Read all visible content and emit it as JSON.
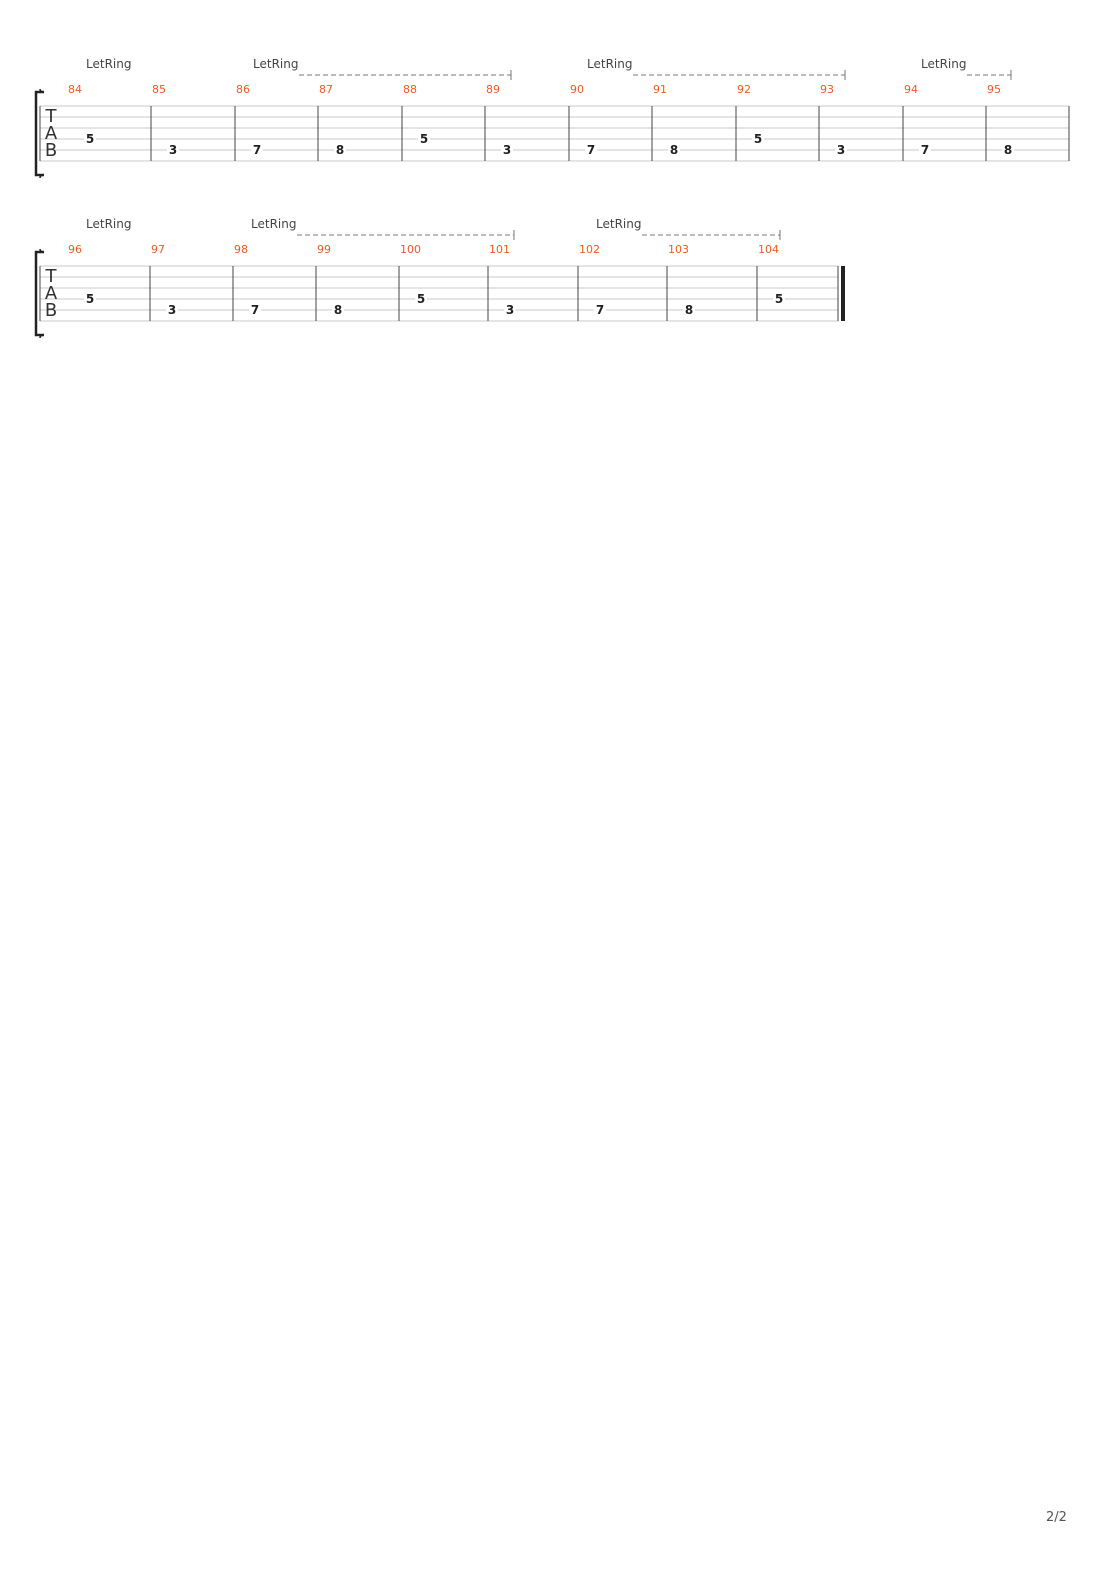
{
  "colors": {
    "measure_number": "#ee5a24",
    "staff_line": "#c8c8c8",
    "barline": "#444444",
    "fret_text": "#222222",
    "annotation_text": "#444444",
    "letring_dash": "#777777",
    "bracket": "#222222"
  },
  "tab_clef": [
    "T",
    "A",
    "B"
  ],
  "systems": [
    {
      "measures": [
        {
          "number": "84",
          "notes": [
            {
              "fret": "5",
              "string": 4
            }
          ],
          "letring": true
        },
        {
          "number": "85",
          "notes": [
            {
              "fret": "3",
              "string": 5
            }
          ]
        },
        {
          "number": "86",
          "notes": [
            {
              "fret": "7",
              "string": 5
            }
          ],
          "letring": true,
          "letring_dashes": true
        },
        {
          "number": "87",
          "notes": [
            {
              "fret": "8",
              "string": 5
            }
          ]
        },
        {
          "number": "88",
          "notes": [
            {
              "fret": "5",
              "string": 4
            }
          ]
        },
        {
          "number": "89",
          "notes": [
            {
              "fret": "3",
              "string": 5
            }
          ]
        },
        {
          "number": "90",
          "notes": [
            {
              "fret": "7",
              "string": 5
            }
          ],
          "letring": true,
          "letring_dashes": true
        },
        {
          "number": "91",
          "notes": [
            {
              "fret": "8",
              "string": 5
            }
          ]
        },
        {
          "number": "92",
          "notes": [
            {
              "fret": "5",
              "string": 4
            }
          ]
        },
        {
          "number": "93",
          "notes": [
            {
              "fret": "3",
              "string": 5
            }
          ]
        },
        {
          "number": "94",
          "notes": [
            {
              "fret": "7",
              "string": 5
            }
          ],
          "letring": true,
          "letring_dashes": true
        },
        {
          "number": "95",
          "notes": [
            {
              "fret": "8",
              "string": 5
            }
          ]
        }
      ]
    },
    {
      "measures": [
        {
          "number": "96",
          "notes": [
            {
              "fret": "5",
              "string": 4
            }
          ],
          "letring": true
        },
        {
          "number": "97",
          "notes": [
            {
              "fret": "3",
              "string": 5
            }
          ]
        },
        {
          "number": "98",
          "notes": [
            {
              "fret": "7",
              "string": 5
            }
          ],
          "letring": true,
          "letring_dashes": true
        },
        {
          "number": "99",
          "notes": [
            {
              "fret": "8",
              "string": 5
            }
          ]
        },
        {
          "number": "100",
          "notes": [
            {
              "fret": "5",
              "string": 4
            }
          ]
        },
        {
          "number": "101",
          "notes": [
            {
              "fret": "3",
              "string": 5
            }
          ]
        },
        {
          "number": "102",
          "notes": [
            {
              "fret": "7",
              "string": 5
            }
          ],
          "letring": true,
          "letring_dashes": true
        },
        {
          "number": "103",
          "notes": [
            {
              "fret": "8",
              "string": 5
            }
          ]
        },
        {
          "number": "104",
          "notes": [
            {
              "fret": "5",
              "string": 4
            }
          ]
        }
      ],
      "final_barline": true
    }
  ],
  "letring_label": "LetRing",
  "page_number": "2/2"
}
